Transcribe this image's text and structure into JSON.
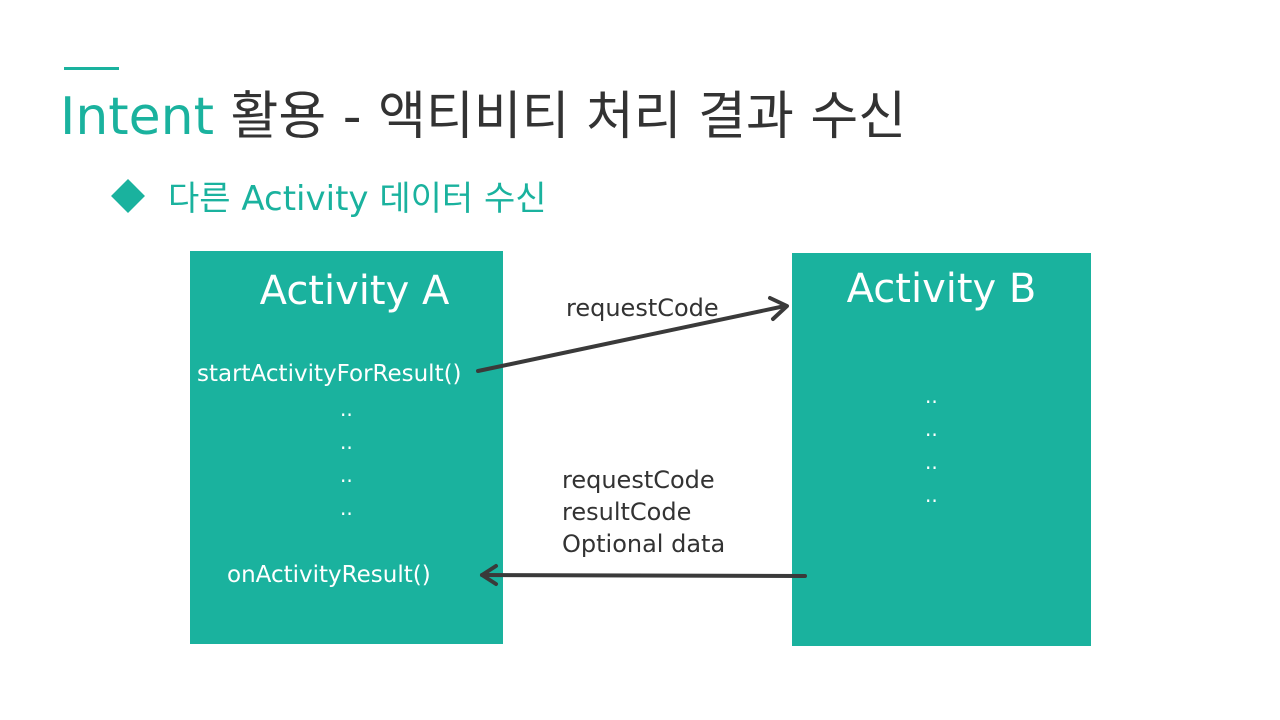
{
  "slide": {
    "title_keyword": "Intent",
    "title_rest": " 활용 - 액티비티 처리 결과 수신",
    "subtitle": "다른 Activity 데이터 수신"
  },
  "activity_a": {
    "title": "Activity A",
    "start_call": "startActivityForResult()",
    "dots": [
      "..",
      "..",
      "..",
      ".."
    ],
    "result_call": "onActivityResult()"
  },
  "activity_b": {
    "title": "Activity B",
    "dots": [
      "..",
      "..",
      "..",
      ".."
    ]
  },
  "request_arrow": {
    "label": "requestCode"
  },
  "result_arrow": {
    "lines": [
      "requestCode",
      "resultCode",
      "Optional data"
    ]
  },
  "colors": {
    "accent": "#1ab29e",
    "text": "#333333",
    "arrow": "#3a3a3a"
  }
}
